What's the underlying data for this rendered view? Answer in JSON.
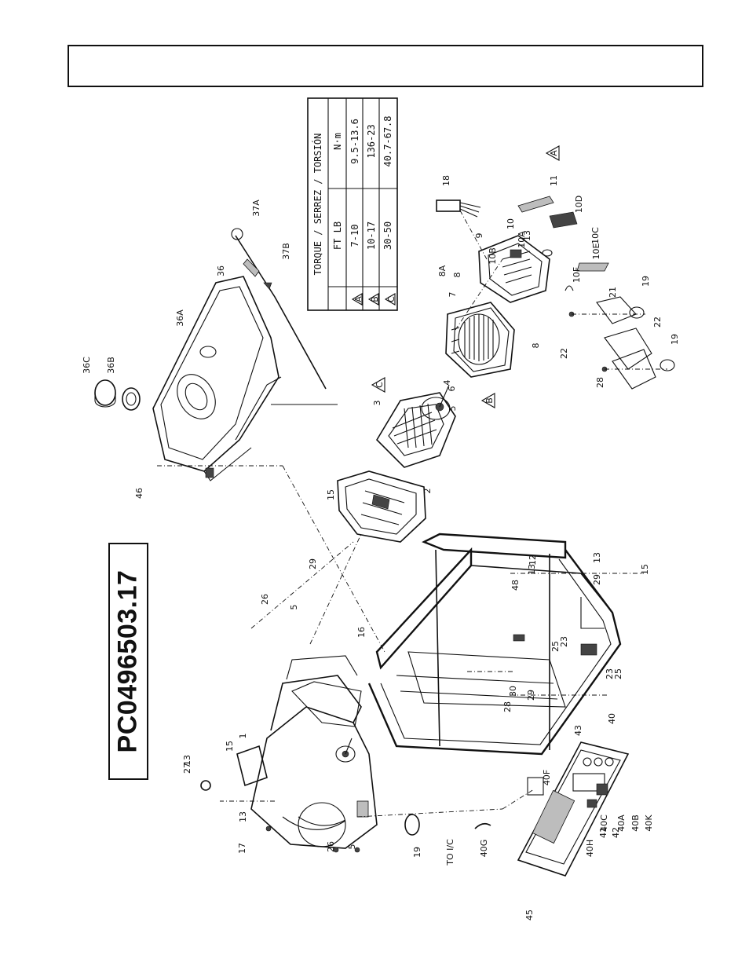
{
  "header": {
    "text": ""
  },
  "model_number": "PC0496503.17",
  "torque_table": {
    "title": "TORQUE / SERREZ / TORSIÓN",
    "columns": [
      "",
      "FT LB",
      "N·m"
    ],
    "rows": [
      {
        "mark": "A",
        "ftlb": "7-10",
        "nm": "9.5-13.6"
      },
      {
        "mark": "B",
        "ftlb": "10-17",
        "nm": "136-23"
      },
      {
        "mark": "C",
        "ftlb": "30-50",
        "nm": "40.7-67.8"
      }
    ]
  },
  "callouts": [
    "1",
    "2",
    "3",
    "4",
    "5",
    "5",
    "5",
    "6",
    "7",
    "8",
    "8",
    "8A",
    "9",
    "10",
    "10A",
    "10B",
    "10C",
    "10D",
    "10E",
    "10F",
    "11",
    "12",
    "13",
    "13",
    "13",
    "13",
    "13",
    "15",
    "15",
    "15",
    "16",
    "17",
    "18",
    "19",
    "19",
    "19",
    "21",
    "22",
    "22",
    "23",
    "23",
    "25",
    "25",
    "26",
    "26",
    "27",
    "28",
    "28",
    "29",
    "29",
    "29",
    "30",
    "36",
    "36A",
    "36B",
    "36C",
    "37A",
    "37B",
    "40",
    "40A",
    "40B",
    "40C",
    "40F",
    "40G",
    "40H",
    "40K",
    "41",
    "42",
    "43",
    "45",
    "46",
    "48"
  ],
  "notes": {
    "to_ic": "TO I/C"
  },
  "torque_marks": [
    "A",
    "B",
    "C"
  ]
}
